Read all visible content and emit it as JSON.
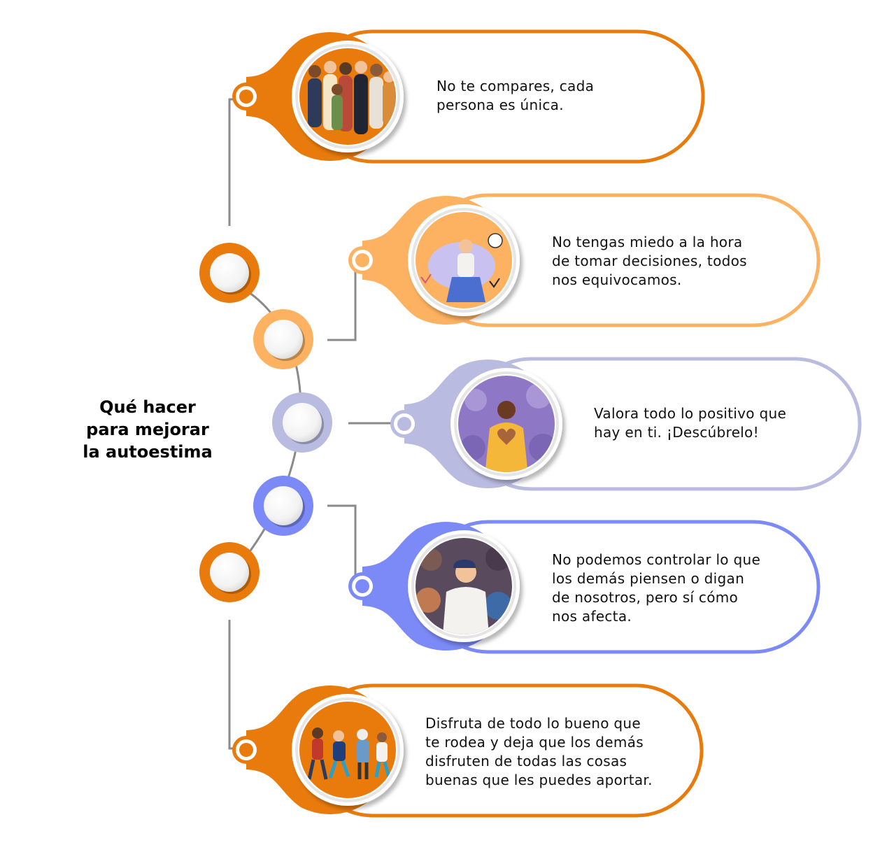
{
  "title_lines": [
    "Qué hacer",
    "para mejorar",
    "la autoestima"
  ],
  "colors": {
    "orange": "#e97b0d",
    "light_orange": "#fdb262",
    "lavender": "#babbe0",
    "blue": "#7b8af7",
    "connector": "#8a8a8a"
  },
  "cards": [
    {
      "color": "#e97b0d",
      "illustration": "group-of-diverse-people-icon",
      "lines": [
        "No te compares, cada",
        "persona es única."
      ]
    },
    {
      "color": "#fdb262",
      "illustration": "woman-with-lightbulb-icon",
      "lines": [
        "No tengas miedo a la hora",
        "de tomar decisiones, todos",
        "nos equivocamos."
      ]
    },
    {
      "color": "#babbe0",
      "illustration": "woman-making-heart-hands-icon",
      "lines": [
        "Valora todo lo positivo que",
        "hay en ti. ¡Descúbrelo!"
      ]
    },
    {
      "color": "#7b8af7",
      "illustration": "man-in-crowd-icon",
      "lines": [
        "No podemos controlar lo que",
        "los demás piensen o digan",
        "de nosotros, pero sí cómo",
        "nos afecta."
      ]
    },
    {
      "color": "#e97b0d",
      "illustration": "people-celebrating-icon",
      "lines": [
        "Disfruta de todo lo bueno que",
        "te rodea y deja que los demás",
        "disfruten de todas las cosas",
        "buenas que les puedes aportar."
      ]
    }
  ]
}
